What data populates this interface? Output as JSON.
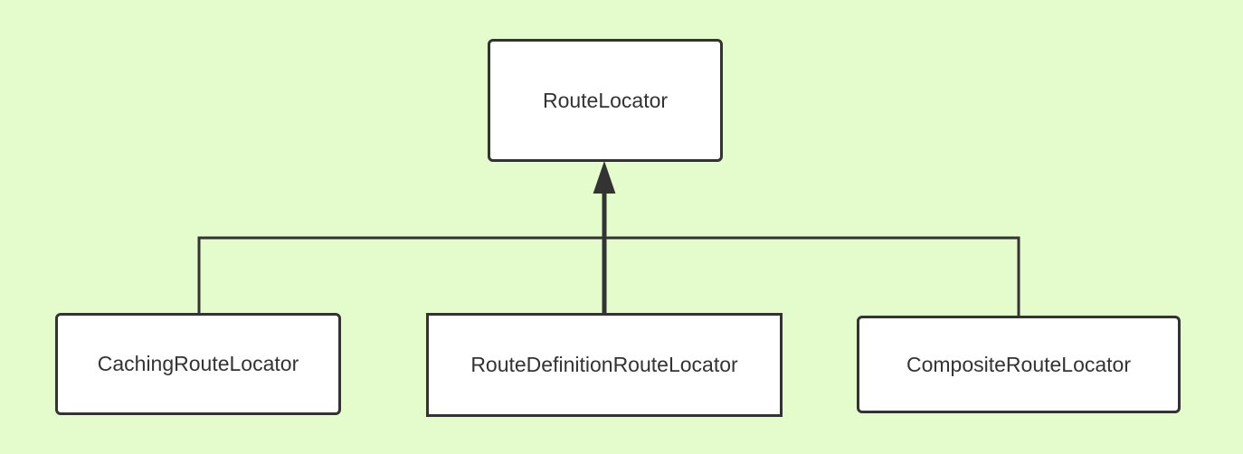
{
  "diagram": {
    "background_color": "#e4fccb",
    "border_color": "#333333",
    "text_color": "#333333",
    "nodes": {
      "root": {
        "label": "RouteLocator"
      },
      "caching": {
        "label": "CachingRouteLocator"
      },
      "definition": {
        "label": "RouteDefinitionRouteLocator"
      },
      "composite": {
        "label": "CompositeRouteLocator"
      }
    },
    "edges": [
      {
        "from": "caching",
        "to": "root",
        "arrow": "filled-triangle"
      },
      {
        "from": "definition",
        "to": "root",
        "arrow": "filled-triangle"
      },
      {
        "from": "composite",
        "to": "root",
        "arrow": "filled-triangle"
      }
    ]
  }
}
